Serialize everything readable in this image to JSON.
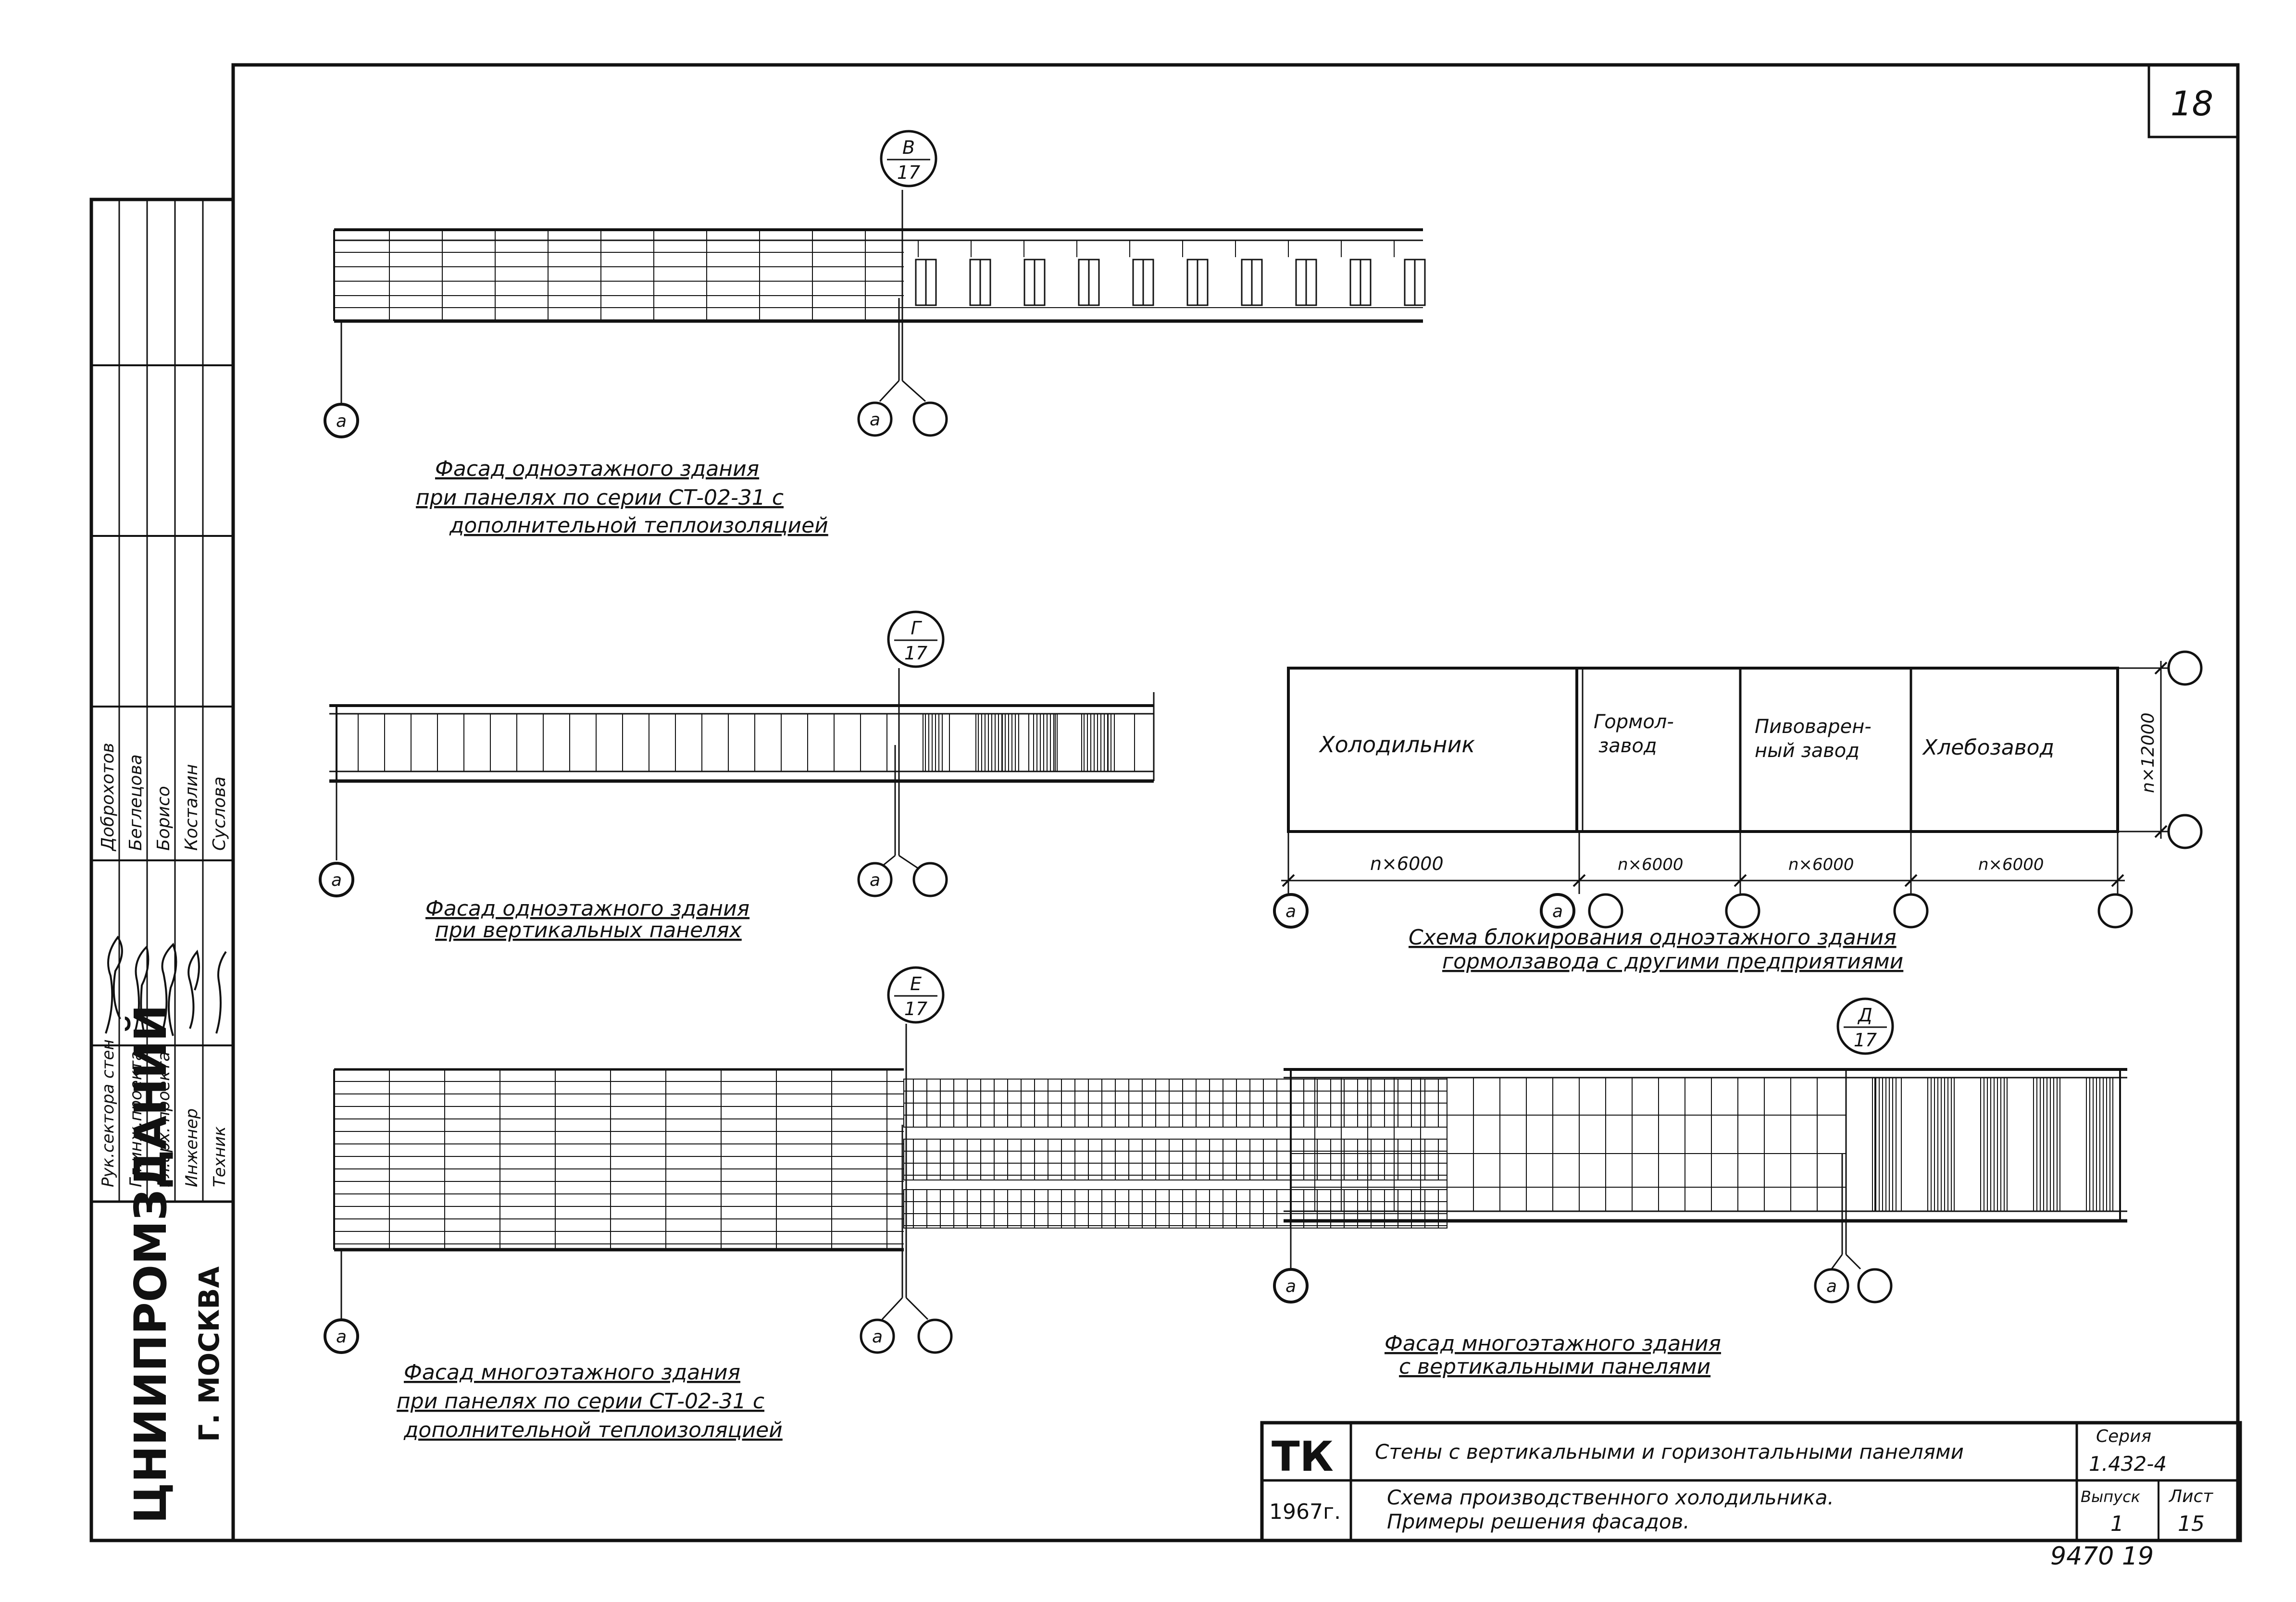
{
  "sheet_number": "18",
  "bottom_number": "9470 19",
  "org": {
    "name": "ЦНИИПРОМЗДАНИЙ",
    "city": "Г. МОСКВА"
  },
  "stamp": {
    "roles": [
      "Рук.сектора стен",
      "Гл.инж.проекта",
      "Гл.арх. проекта",
      "Инженер",
      "Техник"
    ],
    "names": [
      "Доброхотов",
      "Беглецова",
      "Борисо",
      "Косталин",
      "Суслова"
    ]
  },
  "title_block": {
    "tk": "ТК",
    "year": "1967г.",
    "line1": "Стены с вертикальными и горизонтальными панелями",
    "line2a": "Схема производственного холодильника.",
    "line2b": "Примеры решения фасадов.",
    "seria_label": "Серия",
    "seria_value": "1.432-4",
    "vypusk_label": "Выпуск",
    "vypusk_value": "1",
    "list_label": "Лист",
    "list_value": "15"
  },
  "facade1": {
    "marker_top": "В",
    "marker_bottom": "17",
    "axis_left": "а",
    "axis_mid": "а",
    "caption": [
      "Фасад одноэтажного здания",
      "при панелях по серии СТ-02-31 с",
      "дополнительной теплоизоляцией"
    ]
  },
  "facade2": {
    "marker_top": "Г",
    "marker_bottom": "17",
    "axis_left": "а",
    "axis_mid": "а",
    "caption": [
      "Фасад одноэтажного здания",
      "при вертикальных панелях"
    ]
  },
  "facade3": {
    "marker_top": "Е",
    "marker_bottom": "17",
    "axis_left": "а",
    "axis_mid": "а",
    "caption": [
      "Фасад многоэтажного здания",
      "при панелях по серии СТ-02-31 с",
      "дополнительной теплоизоляцией"
    ]
  },
  "facade4": {
    "marker_top": "Д",
    "marker_bottom": "17",
    "axis_left": "а",
    "axis_mid": "а",
    "caption": [
      "Фасад многоэтажного здания",
      "с вертикальными панелями"
    ]
  },
  "scheme": {
    "blocks": [
      "Холодильник",
      "Гормол-",
      "завод",
      "Пивоварен-",
      "ный завод",
      "Хлебозавод"
    ],
    "dims": [
      "n×6000",
      "n×6000",
      "n×6000",
      "n×6000"
    ],
    "dim_height": "n×12000",
    "axis_left": "а",
    "axis_mid": "а",
    "caption": [
      "Схема блокирования одноэтажного здания",
      "гормолзавода с другими предприятиями"
    ]
  }
}
